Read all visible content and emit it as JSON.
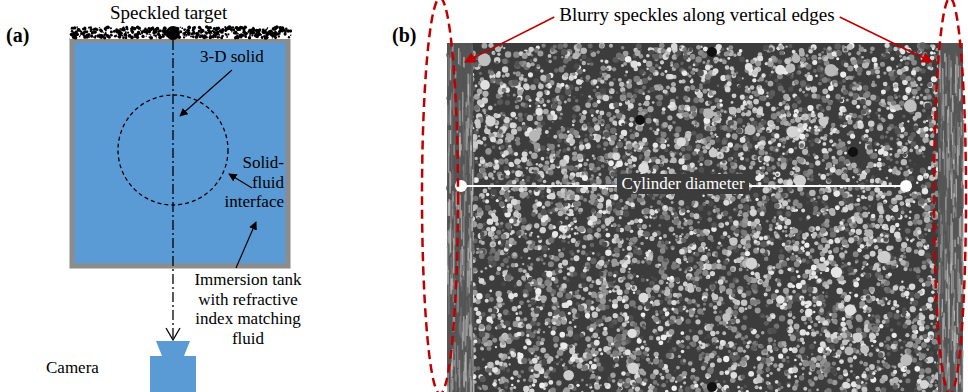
{
  "diagram": {
    "labels": [
      "(a)",
      "Speckled target",
      "3-D solid",
      "Solid-fluid interface",
      "Immersion tank with refractive index matching fluid",
      "Camera",
      "(b)",
      "Blurry speckles along vertical edges",
      "Cylinder diameter"
    ]
  }
}
